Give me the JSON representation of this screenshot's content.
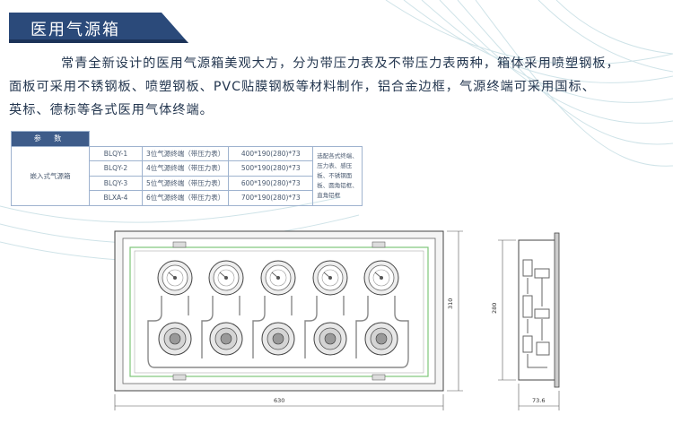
{
  "header": {
    "title": "医用气源箱"
  },
  "intro": {
    "lines": [
      "常青全新设计的医用气源箱美观大方，分为带压力表及不带压力表两种，箱体采用喷塑钢板，",
      "面板可采用不锈钢板、喷塑钢板、PVC贴膜钢板等材料制作，铝合金边框，气源终端可采用国标、",
      "英标、德标等各式医用气体终端。"
    ]
  },
  "spec_table": {
    "header": "参 数",
    "category": "嵌入式气源箱",
    "rows": [
      {
        "model": "BLQY-1",
        "desc": "3位气源终端（带压力表）",
        "dim": "400*190(280)*73"
      },
      {
        "model": "BLQY-2",
        "desc": "4位气源终端（带压力表）",
        "dim": "500*190(280)*73"
      },
      {
        "model": "BLQY-3",
        "desc": "5位气源终端（带压力表）",
        "dim": "600*190(280)*73"
      },
      {
        "model": "BLXA-4",
        "desc": "6位气源终端（带压力表）",
        "dim": "700*190(280)*73"
      }
    ],
    "note": "选配各式终端、压力表、感压板、不锈钢面板、圆角铝框、直角铝框"
  },
  "drawing": {
    "front_width": "630",
    "front_height": "310",
    "side_height": "280",
    "side_depth": "73.6"
  },
  "colors": {
    "banner": "#2b4a7a",
    "text": "#23364f",
    "table_border": "#9fb3cf",
    "frame_green": "#7ec67a"
  }
}
